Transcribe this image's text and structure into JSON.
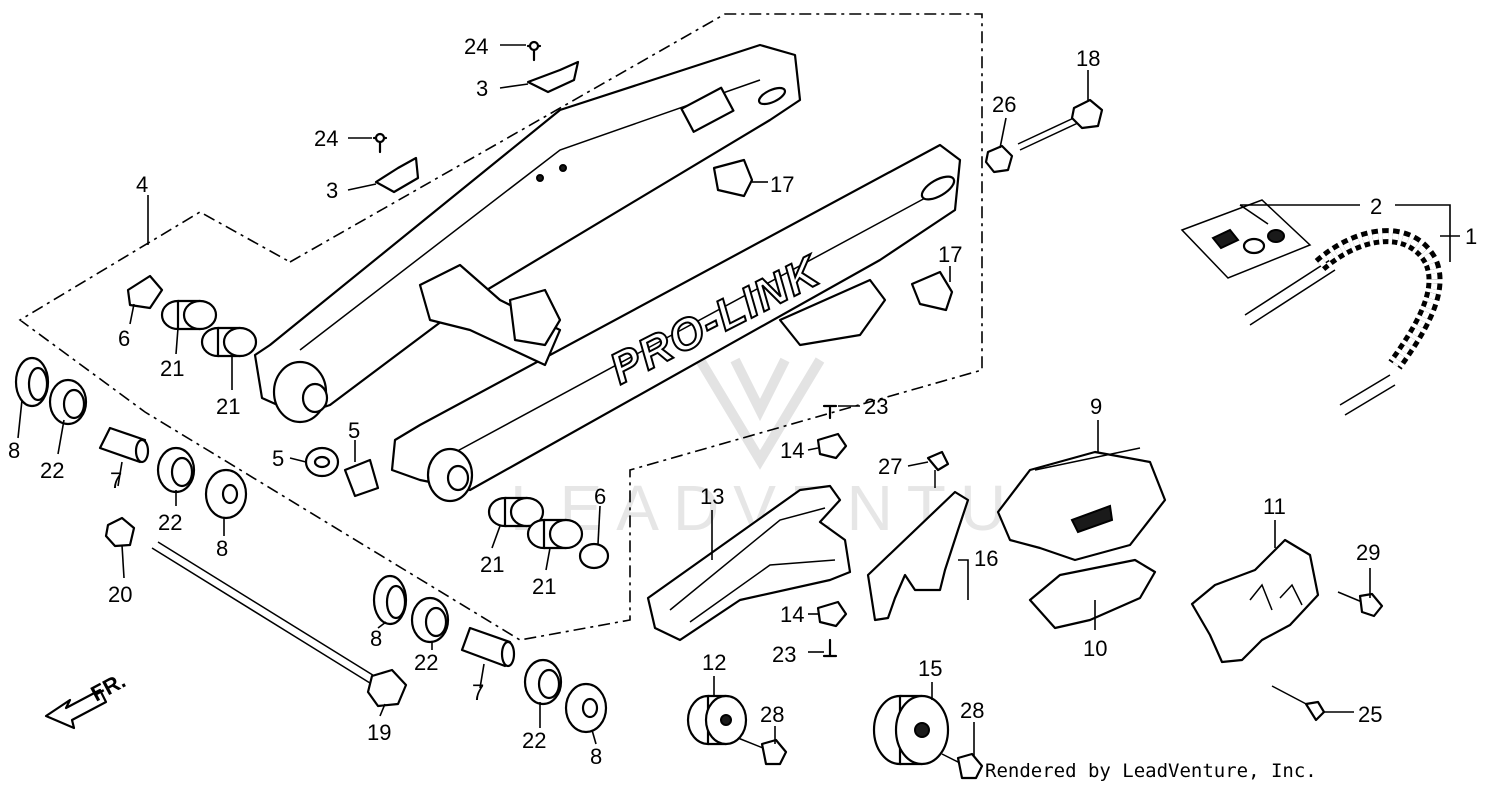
{
  "diagram": {
    "emblem_text": "PRO-LINK",
    "direction_label": "FR.",
    "watermark_text": "LEADVENTURE",
    "credit": "Rendered by LeadVenture, Inc."
  },
  "callouts": {
    "c1": "1",
    "c2": "2",
    "c3a": "3",
    "c3b": "3",
    "c4": "4",
    "c5a": "5",
    "c5b": "5",
    "c6a": "6",
    "c6b": "6",
    "c7a": "7",
    "c7b": "7",
    "c8a": "8",
    "c8b": "8",
    "c8c": "8",
    "c8d": "8",
    "c9": "9",
    "c10": "10",
    "c11": "11",
    "c12": "12",
    "c13": "13",
    "c14a": "14",
    "c14b": "14",
    "c15": "15",
    "c16": "16",
    "c17a": "17",
    "c17b": "17",
    "c18": "18",
    "c19": "19",
    "c20": "20",
    "c21a": "21",
    "c21b": "21",
    "c21c": "21",
    "c21d": "21",
    "c22a": "22",
    "c22b": "22",
    "c22c": "22",
    "c22d": "22",
    "c23a": "23",
    "c23b": "23",
    "c24a": "24",
    "c24b": "24",
    "c25": "25",
    "c26": "26",
    "c27": "27",
    "c28a": "28",
    "c28b": "28",
    "c29": "29"
  }
}
